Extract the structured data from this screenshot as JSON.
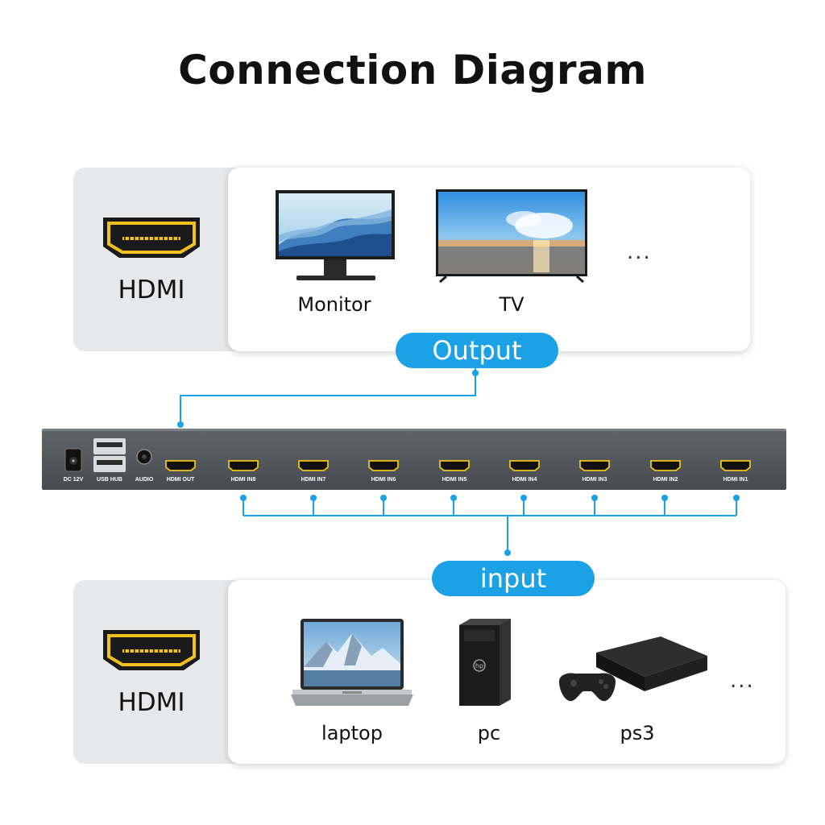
{
  "title": "Connection Diagram",
  "output_section": {
    "connector_label": "HDMI",
    "devices": [
      {
        "label": "Monitor",
        "icon": "monitor-icon"
      },
      {
        "label": "TV",
        "icon": "tv-icon"
      }
    ],
    "more": "...",
    "pill": "Output"
  },
  "switch": {
    "ports": {
      "dc": "DC 12V",
      "usb": "USB HUB",
      "audio": "AUDIO",
      "out": "HDMI OUT",
      "in8": "HDMI IN8",
      "in7": "HDMI IN7",
      "in6": "HDMI IN6",
      "in5": "HDMI IN5",
      "in4": "HDMI IN4",
      "in3": "HDMI IN3",
      "in2": "HDMI IN2",
      "in1": "HDMI IN1"
    }
  },
  "input_section": {
    "pill": "input",
    "connector_label": "HDMI",
    "devices": [
      {
        "label": "laptop",
        "icon": "laptop-icon"
      },
      {
        "label": "pc",
        "icon": "pc-tower-icon"
      },
      {
        "label": "ps3",
        "icon": "game-console-icon"
      }
    ],
    "more": "..."
  },
  "colors": {
    "accent": "#1aa1e6",
    "hdmi_gold": "#f2c21b",
    "switch_body": "#53585d"
  }
}
